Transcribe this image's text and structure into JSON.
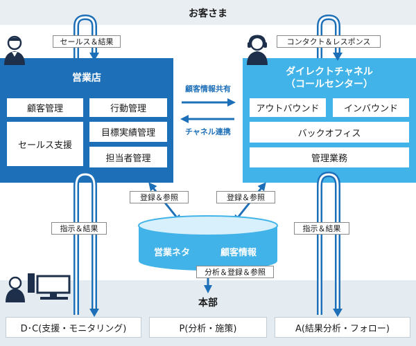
{
  "top": {
    "title": "お客さま"
  },
  "left_link": {
    "label": "セールス＆結果"
  },
  "right_link": {
    "label": "コンタクト＆レスポンス"
  },
  "sales": {
    "title": "営業店",
    "items": [
      "顧客管理",
      "行動管理",
      "セールス支援",
      "目標実績管理",
      "担当者管理"
    ]
  },
  "direct": {
    "title_line1": "ダイレクトチャネル",
    "title_line2": "（コールセンター）",
    "items": [
      "アウトバウンド",
      "インバウンド",
      "バックオフィス",
      "管理業務"
    ]
  },
  "center": {
    "share": "顧客情報共有",
    "link": "チャネル連携"
  },
  "db": {
    "label_left": "営業ネタ",
    "label_right": "顧客情報",
    "tag_left": "登録＆参照",
    "tag_right": "登録＆参照",
    "tag_bottom": "分析＆登録＆参照"
  },
  "instr_left": "指示＆結果",
  "instr_right": "指示＆結果",
  "hq": {
    "title": "本部",
    "items": [
      "D･C(支援・モニタリング)",
      "P(分析・施策)",
      "A(結果分析・フォロー)"
    ]
  },
  "colors": {
    "sales_panel": "#1d6fb8",
    "direct_panel": "#42b3e8",
    "database": "#42b3e8",
    "arrow": "#1d6fb8"
  },
  "icons": [
    "salesperson-icon",
    "operator-headset-icon",
    "hq-staff-computer-icon"
  ]
}
